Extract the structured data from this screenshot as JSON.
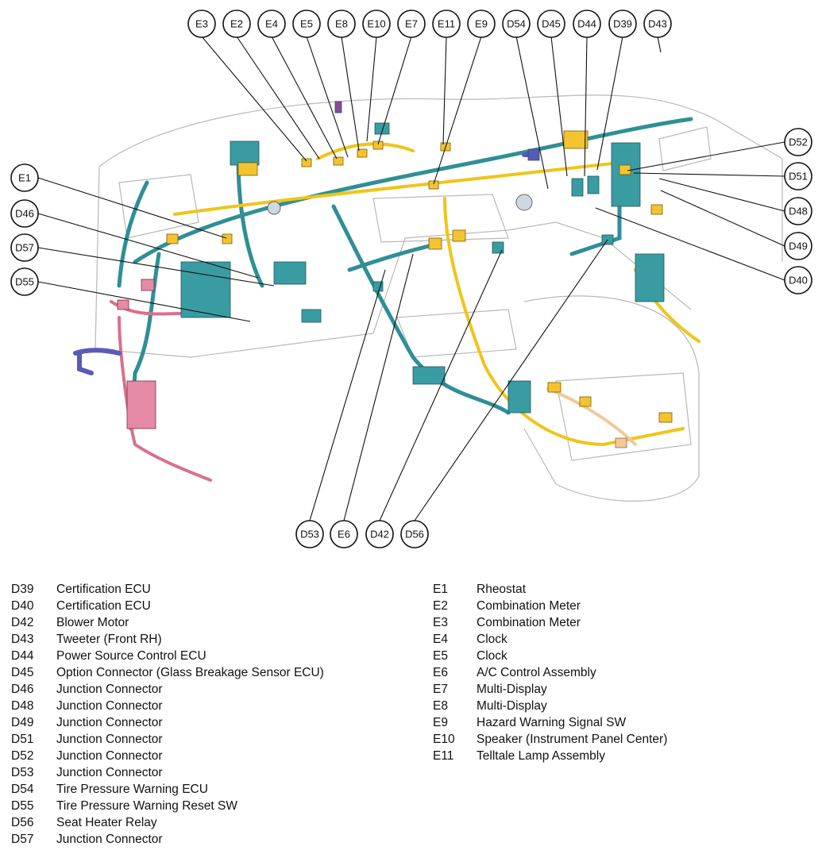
{
  "callouts": [
    "E3",
    "E2",
    "E4",
    "E5",
    "E8",
    "E10",
    "E7",
    "E11",
    "E9",
    "D54",
    "D45",
    "D44",
    "D39",
    "D43",
    "E1",
    "D46",
    "D57",
    "D55",
    "D52",
    "D51",
    "D48",
    "D49",
    "D40",
    "D53",
    "E6",
    "D42",
    "D56"
  ],
  "colors": {
    "harness_main": "#2f8f96",
    "harness_secondary": "#f0c419",
    "harness_pink": "#d9708c",
    "harness_peach": "#f2c89b",
    "connector_blue": "#5a5ab8"
  },
  "legend_left": [
    {
      "code": "D39",
      "name": "Certification ECU"
    },
    {
      "code": "D40",
      "name": "Certification ECU"
    },
    {
      "code": "D42",
      "name": "Blower Motor"
    },
    {
      "code": "D43",
      "name": "Tweeter (Front RH)"
    },
    {
      "code": "D44",
      "name": "Power Source Control ECU"
    },
    {
      "code": "D45",
      "name": "Option Connector (Glass Breakage Sensor ECU)"
    },
    {
      "code": "D46",
      "name": "Junction Connector"
    },
    {
      "code": "D48",
      "name": "Junction Connector"
    },
    {
      "code": "D49",
      "name": "Junction Connector"
    },
    {
      "code": "D51",
      "name": "Junction Connector"
    },
    {
      "code": "D52",
      "name": "Junction Connector"
    },
    {
      "code": "D53",
      "name": "Junction Connector"
    },
    {
      "code": "D54",
      "name": "Tire Pressure Warning ECU"
    },
    {
      "code": "D55",
      "name": "Tire Pressure Warning Reset SW"
    },
    {
      "code": "D56",
      "name": "Seat Heater Relay"
    },
    {
      "code": "D57",
      "name": "Junction Connector"
    }
  ],
  "legend_right": [
    {
      "code": "E1",
      "name": "Rheostat"
    },
    {
      "code": "E2",
      "name": "Combination Meter"
    },
    {
      "code": "E3",
      "name": "Combination Meter"
    },
    {
      "code": "E4",
      "name": "Clock"
    },
    {
      "code": "E5",
      "name": "Clock"
    },
    {
      "code": "E6",
      "name": "A/C Control Assembly"
    },
    {
      "code": "E7",
      "name": "Multi-Display"
    },
    {
      "code": "E8",
      "name": "Multi-Display"
    },
    {
      "code": "E9",
      "name": "Hazard Warning Signal SW"
    },
    {
      "code": "E10",
      "name": "Speaker (Instrument Panel Center)"
    },
    {
      "code": "E11",
      "name": "Telltale Lamp Assembly"
    }
  ]
}
